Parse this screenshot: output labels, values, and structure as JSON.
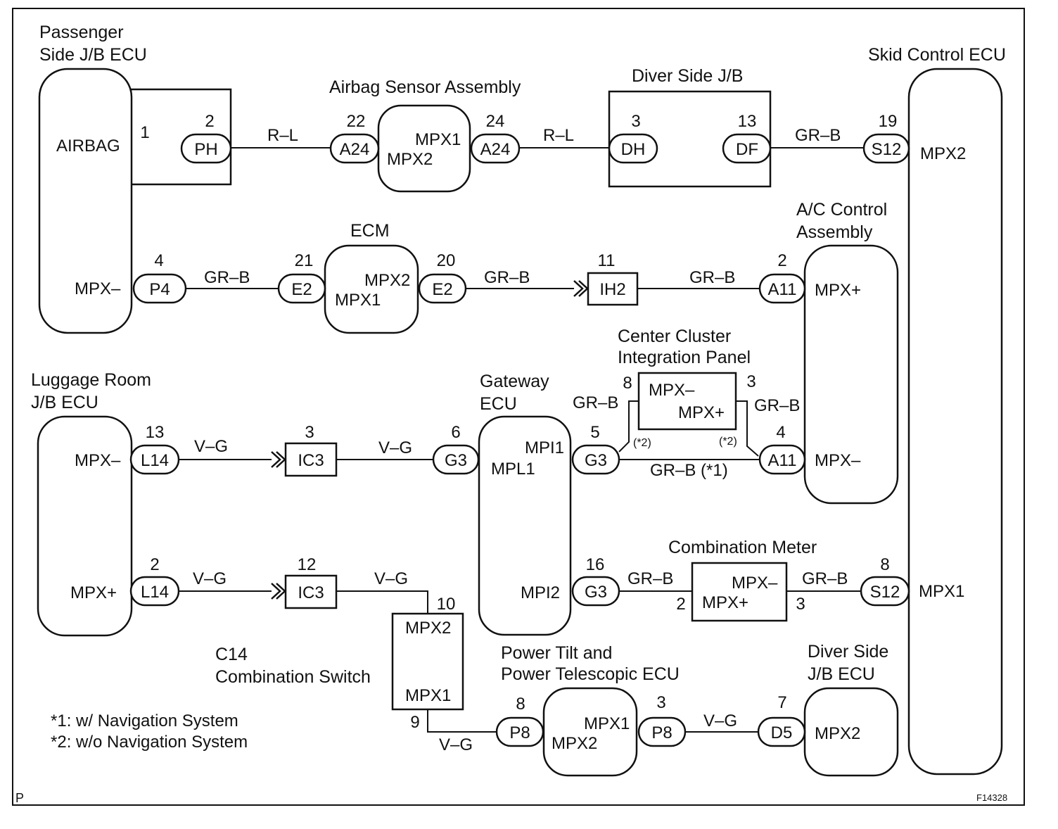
{
  "components": {
    "passenger_jb": {
      "label1": "Passenger",
      "label2": "Side J/B ECU",
      "airbag": "AIRBAG",
      "mpx_minus": "MPX–"
    },
    "luggage_jb": {
      "label1": "Luggage Room",
      "label2": "J/B ECU",
      "mpx_minus": "MPX–",
      "mpx_plus": "MPX+"
    },
    "airbag_sensor": {
      "label": "Airbag Sensor Assembly",
      "mpx1": "MPX1",
      "mpx2": "MPX2"
    },
    "diver_jb": {
      "label": "Diver Side J/B"
    },
    "skid_ecu": {
      "label": "Skid Control ECU",
      "mpx2": "MPX2",
      "mpx1": "MPX1"
    },
    "ecm": {
      "label": "ECM",
      "mpx2": "MPX2",
      "mpx1": "MPX1"
    },
    "ac_control": {
      "label1": "A/C Control",
      "label2": "Assembly",
      "mpx_plus": "MPX+",
      "mpx_minus": "MPX–"
    },
    "center_cluster": {
      "label1": "Center Cluster",
      "label2": "Integration Panel",
      "mpx_minus": "MPX–",
      "mpx_plus": "MPX+"
    },
    "gateway_ecu": {
      "label1": "Gateway",
      "label2": "ECU",
      "mpi1": "MPI1",
      "mpl1": "MPL1",
      "mpi2": "MPI2"
    },
    "combination_meter": {
      "label": "Combination Meter",
      "mpx_minus": "MPX–",
      "mpx_plus": "MPX+"
    },
    "combination_switch": {
      "label1": "C14",
      "label2": "Combination Switch",
      "mpx2": "MPX2",
      "mpx1": "MPX1"
    },
    "power_tilt": {
      "label1": "Power Tilt and",
      "label2": "Power Telescopic ECU",
      "mpx1": "MPX1",
      "mpx2": "MPX2"
    },
    "diver_jb_ecu": {
      "label1": "Diver Side",
      "label2": "J/B ECU",
      "mpx2": "MPX2"
    }
  },
  "connectors": {
    "ph": "PH",
    "a24_left": "A24",
    "a24_right": "A24",
    "dh": "DH",
    "df": "DF",
    "s12_top": "S12",
    "p4": "P4",
    "e2_left": "E2",
    "e2_right": "E2",
    "ih2": "IH2",
    "a11_top": "A11",
    "l14_top": "L14",
    "ic3_top": "IC3",
    "g3_left": "G3",
    "g3_right": "G3",
    "a11_bottom": "A11",
    "l14_bottom": "L14",
    "ic3_bottom": "IC3",
    "g3_bottom": "G3",
    "s12_bottom": "S12",
    "p8_left": "P8",
    "p8_right": "P8",
    "d5": "D5"
  },
  "pins": {
    "p1": "1",
    "p2_ph": "2",
    "p22": "22",
    "p24": "24",
    "p3_dh": "3",
    "p13_df": "13",
    "p19": "19",
    "p4": "4",
    "p21": "21",
    "p20": "20",
    "p11": "11",
    "p2_a11": "2",
    "p8_cc": "8",
    "p3_cc": "3",
    "p13_l14": "13",
    "p3_ic3": "3",
    "p6_g3": "6",
    "p5_g3": "5",
    "p4_a11": "4",
    "p2_l14": "2",
    "p12_ic3": "12",
    "p10_sw": "10",
    "p16_g3": "16",
    "p2_cm": "2",
    "p3_cm": "3",
    "p8_s12": "8",
    "p9_sw": "9",
    "p8_p8": "8",
    "p3_p8": "3",
    "p7_d5": "7"
  },
  "wires": {
    "rl1": "R–L",
    "rl2": "R–L",
    "grb1": "GR–B",
    "grb2": "GR–B",
    "grb3": "GR–B",
    "grb4": "GR–B",
    "grb_cc_left": "GR–B",
    "grb_cc_right": "GR–B",
    "grb_nav": "GR–B (*1)",
    "vg1": "V–G",
    "vg2": "V–G",
    "vg3": "V–G",
    "vg4": "V–G",
    "vg5": "V–G",
    "vg6": "V–G",
    "grb_cm_left": "GR–B",
    "grb_cm_right": "GR–B",
    "note_star2_left": "(*2)",
    "note_star2_right": "(*2)"
  },
  "notes": {
    "n1": "*1: w/ Navigation System",
    "n2": "*2: w/o Navigation System"
  },
  "corner": {
    "left": "P",
    "right": "F14328"
  }
}
